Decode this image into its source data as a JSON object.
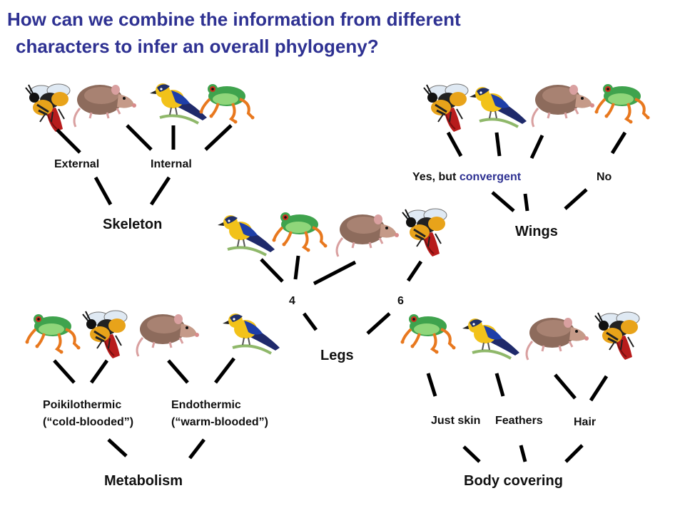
{
  "title": {
    "line1": "How can we combine the information from different",
    "line2": "characters to infer an overall phylogeny?"
  },
  "colors": {
    "title": "#2e3192",
    "convergent": "#2e3192",
    "lines": "#000000"
  },
  "organisms": [
    "bee",
    "opossum",
    "bird",
    "frog"
  ],
  "trees": {
    "skeleton": {
      "name": "Skeleton",
      "states": {
        "external": "External",
        "internal": "Internal"
      }
    },
    "wings": {
      "name": "Wings",
      "states": {
        "yes_prefix": "Yes, but",
        "yes_convergent": "convergent",
        "no": "No"
      }
    },
    "legs": {
      "name": "Legs",
      "states": {
        "four": "4",
        "six": "6"
      }
    },
    "metabolism": {
      "name": "Metabolism",
      "states": {
        "poikilo": "Poikilothermic",
        "poikilo_note": "(“cold-blooded”)",
        "endo": "Endothermic",
        "endo_note": "(“warm-blooded”)"
      }
    },
    "body_covering": {
      "name": "Body covering",
      "states": {
        "skin": "Just skin",
        "feathers": "Feathers",
        "hair": "Hair"
      }
    }
  }
}
